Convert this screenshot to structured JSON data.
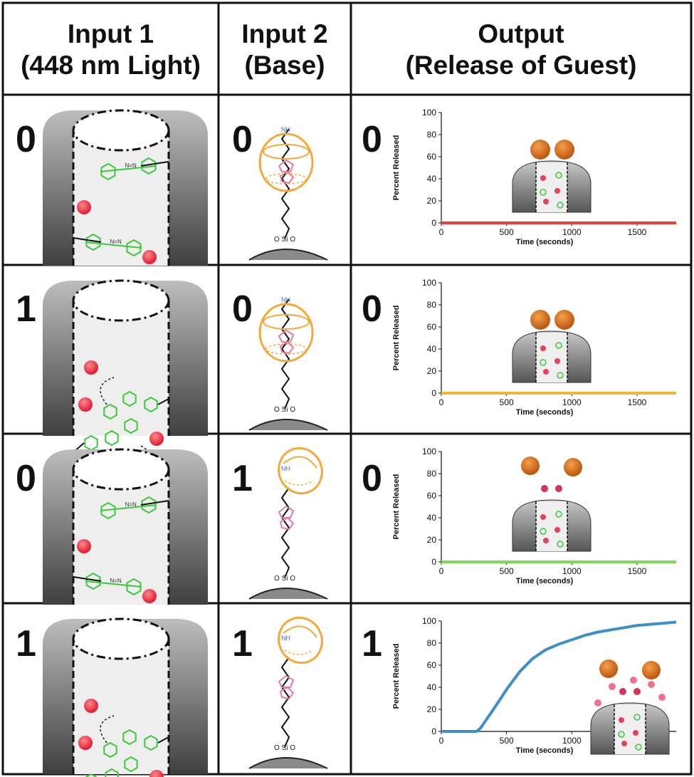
{
  "headers": {
    "input1": {
      "line1": "Input 1",
      "line2": "(448 nm Light)"
    },
    "input2": {
      "line1": "Input 2",
      "line2": "(Base)"
    },
    "output": {
      "line1": "Output",
      "line2": "(Release of Guest)"
    }
  },
  "rows": [
    {
      "input1": "0",
      "input2": "0",
      "output": "0",
      "series_color": "#e8413c",
      "cap": "closed",
      "azo": "trans"
    },
    {
      "input1": "1",
      "input2": "0",
      "output": "0",
      "series_color": "#f0b63a",
      "cap": "closed",
      "azo": "cis"
    },
    {
      "input1": "0",
      "input2": "1",
      "output": "0",
      "series_color": "#7ed957",
      "cap": "open",
      "azo": "trans"
    },
    {
      "input1": "1",
      "input2": "1",
      "output": "1",
      "series_color": "#3e8fc8",
      "cap": "open",
      "azo": "cis"
    }
  ],
  "chart_axis": {
    "ylabel": "Percent Released",
    "xlabel": "Time (seconds)",
    "yticks": [
      "0",
      "20",
      "40",
      "60",
      "80",
      "100"
    ],
    "xticks": [
      "0",
      "500",
      "1000",
      "1500"
    ],
    "xlim": [
      0,
      1800
    ],
    "ylim": [
      0,
      100
    ]
  },
  "chart_data": [
    {
      "type": "line",
      "x": [
        0,
        1800
      ],
      "y": [
        0,
        0
      ],
      "color": "#e8413c"
    },
    {
      "type": "line",
      "x": [
        0,
        1800
      ],
      "y": [
        0,
        0
      ],
      "color": "#f0b63a"
    },
    {
      "type": "line",
      "x": [
        0,
        1800
      ],
      "y": [
        0,
        0
      ],
      "color": "#7ed957"
    },
    {
      "type": "line",
      "x": [
        0,
        270,
        300,
        400,
        500,
        600,
        700,
        800,
        900,
        1000,
        1100,
        1200,
        1300,
        1400,
        1500,
        1600,
        1700,
        1800
      ],
      "y": [
        0,
        0,
        3,
        20,
        38,
        54,
        66,
        74,
        79,
        83,
        87,
        90,
        92,
        94,
        96,
        97,
        98,
        99
      ],
      "color": "#3e8fc8"
    }
  ]
}
